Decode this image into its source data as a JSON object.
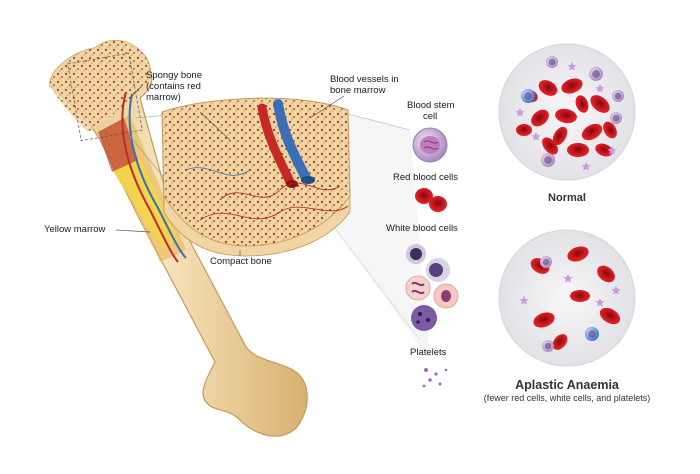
{
  "labels": {
    "spongy_bone": "Spongy bone",
    "spongy_bone_note_1": "(contains red",
    "spongy_bone_note_2": "marrow)",
    "blood_vessels_1": "Blood vessels in",
    "blood_vessels_2": "bone marrow",
    "yellow_marrow": "Yellow marrow",
    "compact_bone": "Compact bone",
    "blood_stem_cell_1": "Blood stem",
    "blood_stem_cell_2": "cell",
    "red_blood_cells": "Red blood cells",
    "white_blood_cells": "White blood cells",
    "platelets": "Platelets"
  },
  "panels": {
    "normal": {
      "title": "Normal"
    },
    "aplastic": {
      "title": "Aplastic Anaemia",
      "subtitle": "(fewer red cells, white cells, and platelets)"
    }
  },
  "colors": {
    "bone": "#efd7a6",
    "bone_shadow": "#d9b77c",
    "marrow_red": "#c0392b",
    "yellow_marrow": "#f3d64a",
    "artery": "#c62828",
    "vein": "#3a6fb5",
    "red_cell": "#c8161d",
    "white_cell": "#b58fc7",
    "platelet": "#9b6fb3",
    "panel_bg": "#ececee"
  }
}
